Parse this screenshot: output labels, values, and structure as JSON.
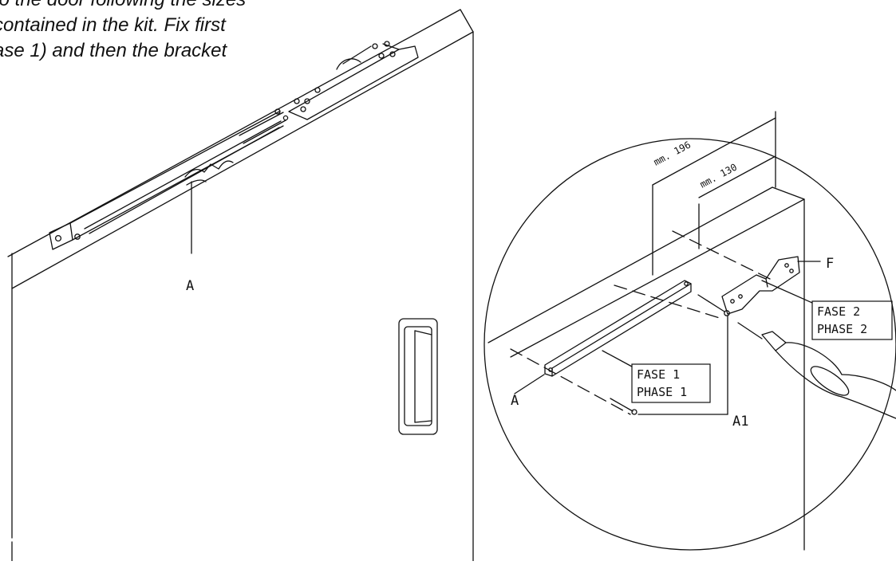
{
  "instruction": {
    "lines": [
      "to the door following the sizes",
      "contained in the kit. Fix first",
      "ase 1) and then the bracket"
    ]
  },
  "labels": {
    "arm_label": "A",
    "detail_arm_label": "A",
    "screw_label": "A1",
    "bracket_label": "F"
  },
  "phases": {
    "phase1_it": "FASE 1",
    "phase1_en": "PHASE 1",
    "phase2_it": "FASE 2",
    "phase2_en": "PHASE 2"
  },
  "dimensions": {
    "outer": "mm. 196",
    "inner": "mm. 130"
  },
  "style": {
    "line_color": "#111111",
    "background": "#ffffff"
  }
}
